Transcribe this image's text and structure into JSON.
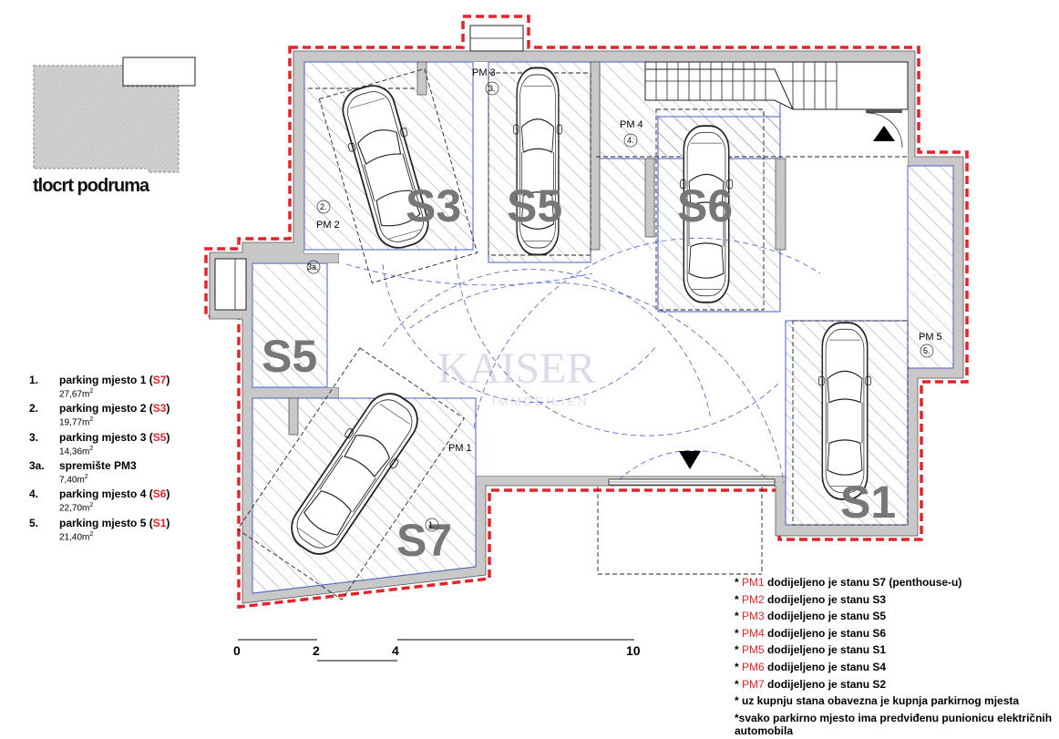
{
  "plan_title": "tlocrt podruma",
  "rooms": {
    "s3": "S3",
    "s5_top": "S5",
    "s6": "S6",
    "s5_left": "S5",
    "s7": "S7",
    "s1": "S1"
  },
  "pm_labels": {
    "pm1": "PM 1",
    "pm2": "PM 2",
    "pm3": "PM 3",
    "pm4": "PM 4",
    "pm5": "PM 5"
  },
  "circle_labels": {
    "c1": "1.",
    "c2": "2.",
    "c3": "3.",
    "c3a": "3a.",
    "c4": "4.",
    "c5": "5."
  },
  "watermark": {
    "brand": "KAISER",
    "sub": "IMMOBILIEN"
  },
  "legend": [
    {
      "num": "1.",
      "label": "parking mjesto 1 (",
      "code": "S7",
      "close": ")",
      "area": "27,67m",
      "sup": "2"
    },
    {
      "num": "2.",
      "label": "parking mjesto 2 (",
      "code": "S3",
      "close": ")",
      "area": "19,77m",
      "sup": "2"
    },
    {
      "num": "3.",
      "label": "parking mjesto 3 (",
      "code": "S5",
      "close": ")",
      "area": "14,36m",
      "sup": "2"
    },
    {
      "num": "3a.",
      "label": "spremište PM3",
      "code": "",
      "close": "",
      "area": "7,40m",
      "sup": "2"
    },
    {
      "num": "4.",
      "label": "parking mjesto 4 (",
      "code": "S6",
      "close": ")",
      "area": "22,70m",
      "sup": "2"
    },
    {
      "num": "5.",
      "label": "parking mjesto 5 (",
      "code": "S1",
      "close": ")",
      "area": "21,40m",
      "sup": "2"
    }
  ],
  "notes": [
    {
      "star": "* ",
      "pm": "PM1",
      "text": " dodijeljeno je stanu S7 (penthouse-u)"
    },
    {
      "star": "* ",
      "pm": "PM2",
      "text": " dodijeljeno je stanu S3"
    },
    {
      "star": "* ",
      "pm": "PM3",
      "text": " dodijeljeno je stanu S5"
    },
    {
      "star": "* ",
      "pm": "PM4",
      "text": " dodijeljeno je stanu S6"
    },
    {
      "star": "* ",
      "pm": "PM5",
      "text": " dodijeljeno je stanu S1"
    },
    {
      "star": "* ",
      "pm": "PM6",
      "text": " dodijeljeno je stanu S4"
    },
    {
      "star": "* ",
      "pm": "PM7",
      "text": " dodijeljeno je stanu S2"
    }
  ],
  "note_purchase": "* uz kupnju stana obavezna je kupnja parkirnog mjesta",
  "note_charger": "*svako parkirno mjesto ima predviđenu punionicu električnih automobila",
  "scale": {
    "t0": "0",
    "t2": "2",
    "t4": "4",
    "t10": "10"
  },
  "colors": {
    "wall": "#c8c8c8",
    "outline_red": "#e3242b",
    "hatch": "#4a5fc1",
    "accent_red": "#e3242b"
  }
}
